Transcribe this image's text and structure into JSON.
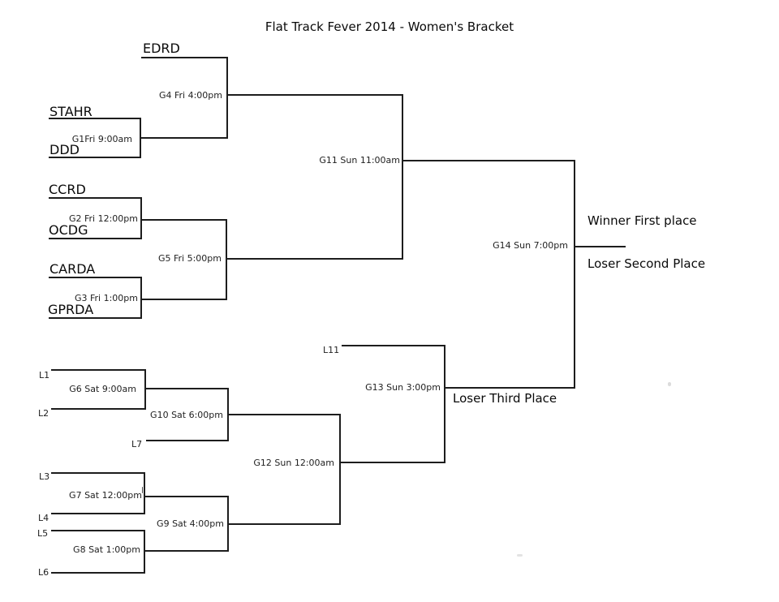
{
  "title": "Flat Track Fever 2014 - Women's Bracket",
  "bracket": {
    "teams": {
      "edrd": "EDRD",
      "stahr": "STAHR",
      "ddd": "DDD",
      "ccrd": "CCRD",
      "ocdg": "OCDG",
      "carda": "CARDA",
      "gprda": "GPRDA"
    },
    "games": {
      "g1": "G1Fri 9:00am",
      "g2": "G2 Fri 12:00pm",
      "g3": "G3 Fri 1:00pm",
      "g4": "G4 Fri 4:00pm",
      "g5": "G5 Fri 5:00pm",
      "g6": "G6 Sat 9:00am",
      "g7": "G7 Sat 12:00pm",
      "g8": "G8 Sat 1:00pm",
      "g9": "G9 Sat 4:00pm",
      "g10": "G10 Sat 6:00pm",
      "g11": "G11 Sun 11:00am",
      "g12": "G12 Sun 12:00am",
      "g13": "G13 Sun 3:00pm",
      "g14": "G14 Sun 7:00pm"
    },
    "loser_slots": {
      "l1": "L1",
      "l2": "L2",
      "l3": "L3",
      "l4": "L4",
      "l5": "L5",
      "l6": "L6",
      "l7": "L7",
      "l11": "L11"
    },
    "placements": {
      "first": "Winner First place",
      "second": "Loser Second Place",
      "third": "Loser Third Place"
    }
  },
  "colors": {
    "line": "#1d1d1d",
    "text": "#0a0a0a",
    "background": "#ffffff"
  }
}
